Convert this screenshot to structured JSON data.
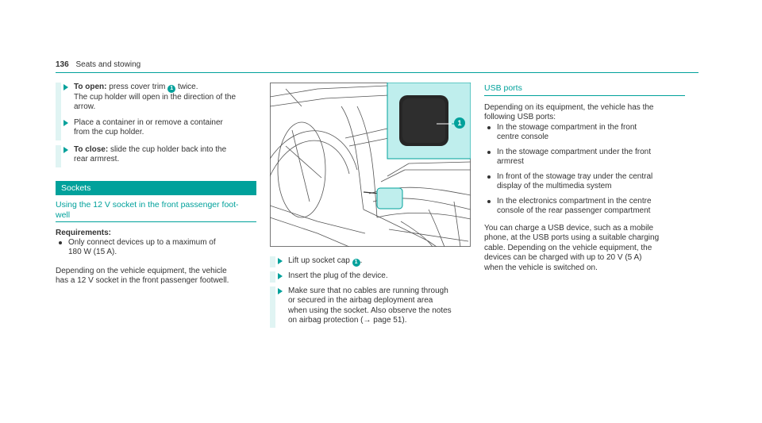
{
  "header": {
    "page_number": "136",
    "chapter": "Seats and stowing"
  },
  "left_column": {
    "steps": [
      {
        "label": "To open:",
        "lines": [
          "press cover trim",
          "twice.",
          "The cup holder will open in the direction of the",
          "arrow."
        ],
        "callout": "1"
      },
      {
        "lines": [
          "Place a container in or remove a container",
          "from the cup holder."
        ]
      },
      {
        "label": "To close:",
        "lines": [
          "slide the cup holder back into the",
          "rear armrest."
        ]
      }
    ],
    "section_title": "Sockets",
    "subheading_lines": [
      "Using the 12 V socket in the front passenger foot-",
      "well"
    ],
    "requirements_label": "Requirements:",
    "requirements_lines": [
      "Only connect devices up to a maximum of",
      "180 W (15 A)."
    ],
    "paragraph_lines": [
      "Depending on the vehicle equipment, the vehicle",
      "has a 12 V socket in the front passenger footwell."
    ]
  },
  "middle_column": {
    "illustration_callout": "1",
    "steps": [
      {
        "lines": [
          "Lift up socket cap",
          "."
        ],
        "callout": "1"
      },
      {
        "lines": [
          "Insert the plug of the device."
        ]
      },
      {
        "lines": [
          "Make sure that no cables are running through",
          "or secured in the airbag deployment area",
          "when using the socket. Also observe the notes",
          "on airbag protection (→ page 51)."
        ]
      }
    ]
  },
  "right_column": {
    "heading": "USB ports",
    "intro_lines": [
      "Depending on its equipment, the vehicle has the",
      "following USB ports:"
    ],
    "bullets": [
      [
        "In the stowage compartment in the front",
        "centre console"
      ],
      [
        "In the stowage compartment under the front",
        "armrest"
      ],
      [
        "In front of the stowage tray under the central",
        "display of the multimedia system"
      ],
      [
        "In the electronics compartment in the centre",
        "console of the rear passenger compartment"
      ]
    ],
    "paragraph_lines": [
      "You can charge a USB device, such as a mobile",
      "phone, at the USB ports using a suitable charging",
      "cable. Depending on the vehicle equipment, the",
      "devices can be charged with up to 20 V (5 A)",
      "when the vehicle is switched on."
    ]
  },
  "colors": {
    "accent": "#00a19b",
    "step_bar": "#e0f4f3",
    "inset_bg": "#bfeeed",
    "text": "#333333"
  },
  "icons": {
    "step_marker": "step-arrow-icon",
    "bullet": "bullet-icon",
    "reference": "page-reference-arrow-icon"
  }
}
